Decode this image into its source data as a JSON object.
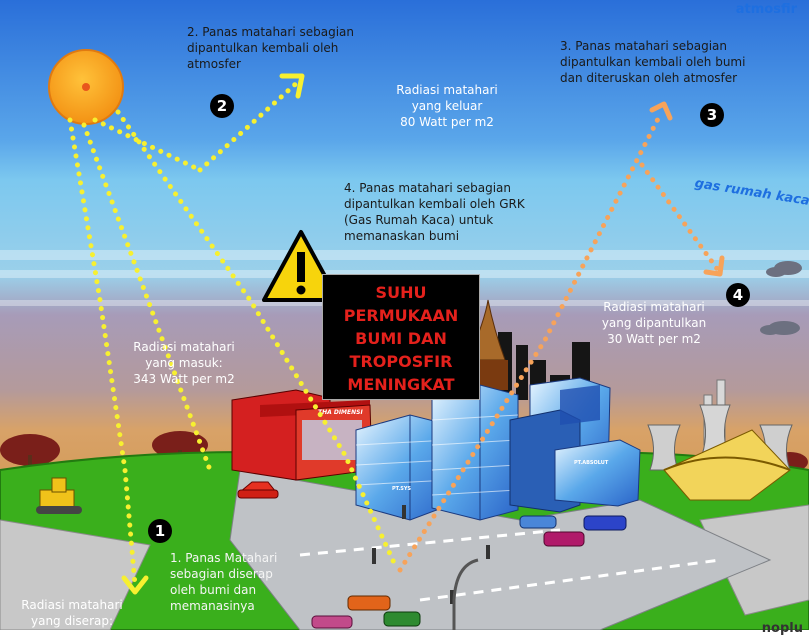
{
  "corner_label": "atmosfir",
  "greenhouse_label": "gas rumah kaca",
  "outgoing": "Radiasi matahari\nyang keluar\n80 Watt per m2",
  "incoming": "Radiasi matahari\nyang masuk:\n343 Watt per m2",
  "reflected": "Radiasi matahari\nyang dipantulkan\n30 Watt per m2",
  "absorbed": "Radiasi matahari\nyang diserap:",
  "steps": [
    {
      "number": "1",
      "text": "1. Panas Matahari\nsebagian diserap\noleh bumi dan\nmemanasinya"
    },
    {
      "number": "2",
      "text": "2. Panas matahari sebagian\ndipantulkan kembali oleh\natmosfer"
    },
    {
      "number": "3",
      "text": "3. Panas matahari sebagian\ndipantulkan kembali oleh bumi\ndan diteruskan oleh atmosfer"
    },
    {
      "number": "4",
      "text": "4. Panas matahari sebagian\ndipantulkan kembali oleh GRK\n(Gas Rumah Kaca) untuk\nmemanaskan bumi"
    }
  ],
  "alert": "SUHU\nPERMUKAAN\nBUMI DAN\nTROPOSFIR\nMENINGKAT",
  "warning_icon": "warning-triangle-icon",
  "building_signs": [
    "THA DIMENSI",
    "PT.SYS",
    "PT.ABSOLUT"
  ],
  "watermark": "noplu",
  "colors": {
    "sky_top": "#2f7fdc",
    "sky_band": "#72c3ec",
    "haze": "#9b91ad",
    "horizon": "#d8a66e",
    "ground": "#3bb51e",
    "sun": "#f7a51a",
    "incoming_ray": "#f5ef2a",
    "reflected_ray": "#f59a4a",
    "alert_text": "#e4211c"
  }
}
